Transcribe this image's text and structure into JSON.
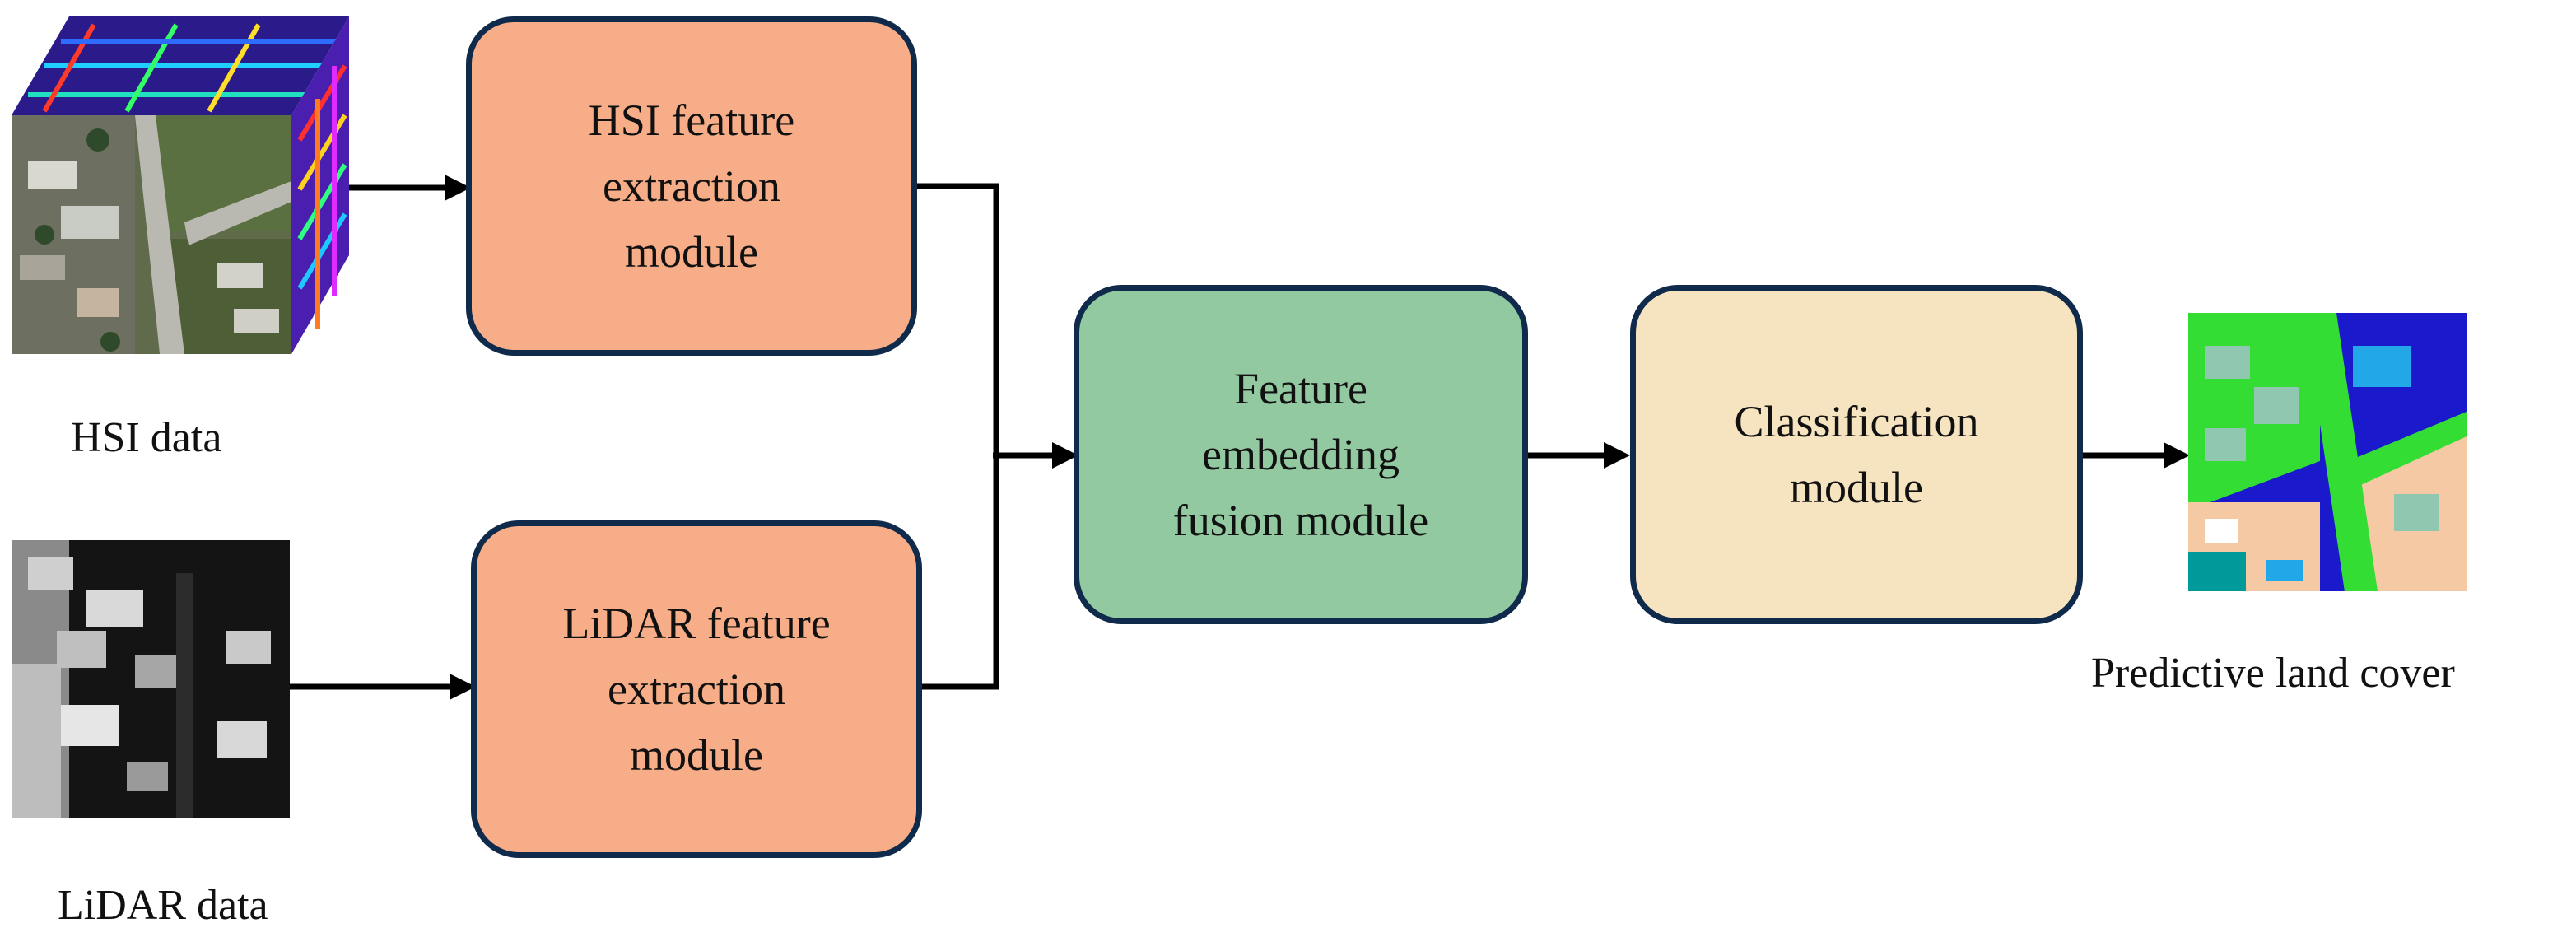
{
  "modules": {
    "hsi_extraction": "HSI feature\nextraction\nmodule",
    "lidar_extraction": "LiDAR feature\nextraction\nmodule",
    "fusion": "Feature\nembedding\nfusion module",
    "classification": "Classification\nmodule"
  },
  "captions": {
    "hsi_data": "HSI data",
    "lidar_data": "LiDAR data",
    "output": "Predictive land cover"
  },
  "colors": {
    "border": "#0f2a4a",
    "extraction_fill": "#f7ae88",
    "fusion_fill": "#92c9a0",
    "classification_fill": "#f6e4c0"
  }
}
